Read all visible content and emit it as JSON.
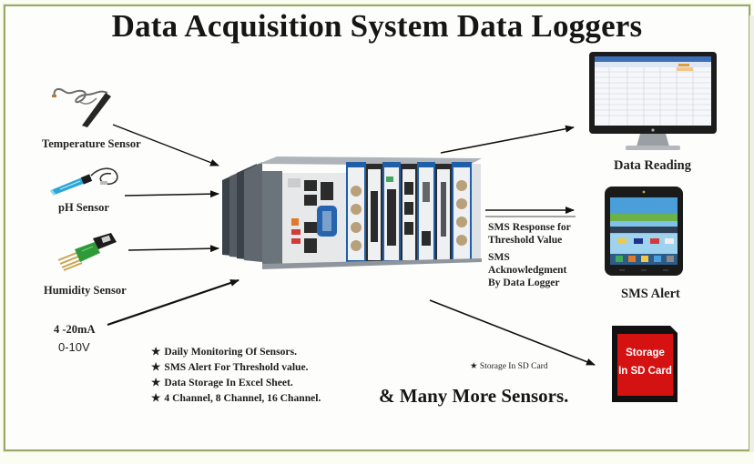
{
  "title": "Data Acquisition System Data Loggers",
  "sensors": [
    {
      "name": "temperature",
      "label": "Temperature Sensor"
    },
    {
      "name": "ph",
      "label": "pH Sensor"
    },
    {
      "name": "humidity",
      "label": "Humidity Sensor"
    }
  ],
  "signal_inputs": {
    "current": "4 -20mA",
    "voltage": "0-10V"
  },
  "outputs": {
    "data_reading": "Data Reading",
    "sms_alert": "SMS Alert",
    "sms_response": [
      "SMS Response for",
      "Threshold Value"
    ],
    "sms_ack": [
      "SMS",
      "Acknowledgment",
      "By Data Logger"
    ],
    "sd_card_text": [
      "Storage",
      "In SD Card"
    ],
    "sd_note": "Storage In SD Card"
  },
  "features": [
    "Daily Monitoring Of Sensors.",
    "SMS Alert  For Threshold value.",
    "Data Storage In Excel Sheet.",
    "4 Channel, 8 Channel, 16 Channel."
  ],
  "star_glyph": "★",
  "footer": "& Many More Sensors.",
  "icons": {
    "temperature_sensor": "temperature-probe-icon",
    "ph_sensor": "ph-probe-icon",
    "humidity_sensor": "humidity-chip-icon",
    "daq": "data-acquisition-chassis-icon",
    "monitor": "monitor-icon",
    "phone": "smartphone-icon",
    "sd_card": "sd-card-icon"
  },
  "colors": {
    "frame": "#9aa86a",
    "sd_card_red": "#d41212",
    "daq_blue": "#1f5fa8",
    "ph_probe": "#2aa6d8",
    "humidity_pcb": "#2f9a38"
  }
}
